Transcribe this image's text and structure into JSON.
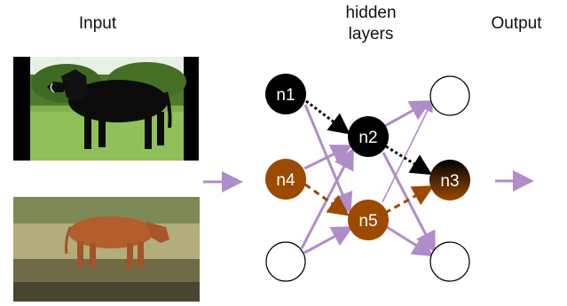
{
  "labels": {
    "input": "Input",
    "hidden": [
      "hidden",
      "layers"
    ],
    "output": "Output"
  },
  "nodes": {
    "n1": "n1",
    "n2": "n2",
    "n3": "n3",
    "n4": "n4",
    "n5": "n5"
  },
  "colors": {
    "purple": "#b08cc8",
    "black_node": "#000000",
    "brown_node": "#9c4a00",
    "brown_dashed": "#9c4a00",
    "empty_node": "#ffffff"
  }
}
